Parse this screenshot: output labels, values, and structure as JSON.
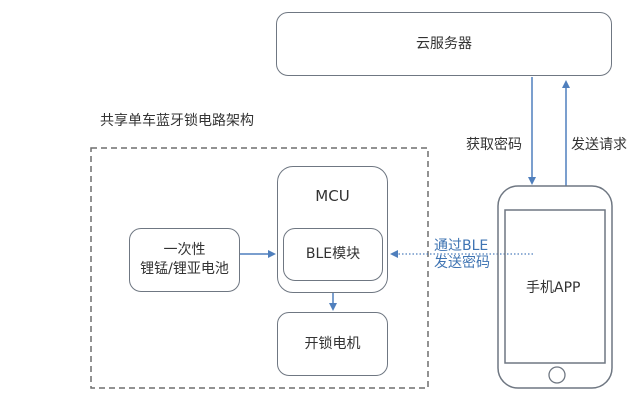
{
  "diagram": {
    "title": "共享单车蓝牙锁电路架构",
    "nodes": {
      "cloud_server": "云服务器",
      "mcu": "MCU",
      "ble_module": "BLE模块",
      "battery_line1": "一次性",
      "battery_line2": "锂锰/锂亚电池",
      "unlock_motor": "开锁电机",
      "phone_app": "手机APP"
    },
    "edges": {
      "get_password": "获取密码",
      "send_request": "发送请求",
      "ble_line1": "通过BLE",
      "ble_line2": "发送密码"
    },
    "colors": {
      "arrow": "#4f7fbd",
      "box_border": "#6f7782",
      "blue_text": "#3f74b3",
      "dashed_border": "#6f6f6f"
    }
  }
}
